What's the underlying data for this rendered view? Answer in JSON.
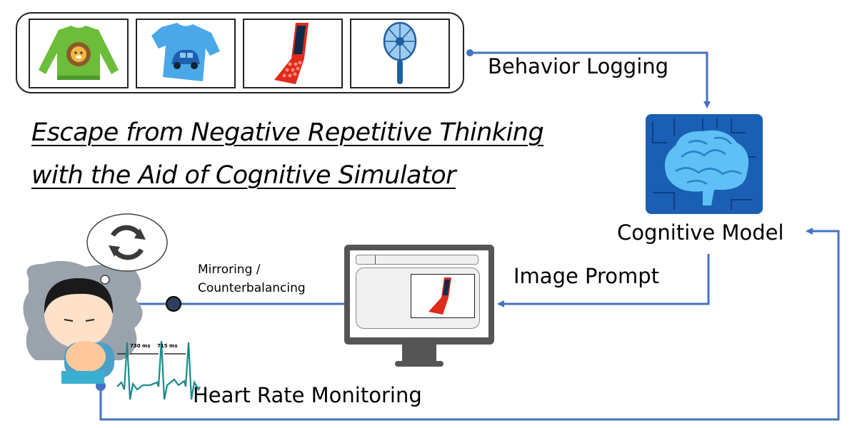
{
  "title": {
    "line1": "Escape from Negative Repetitive Thinking",
    "line2": "with the Aid of Cognitive Simulator"
  },
  "items": [
    {
      "name": "sweater-with-lion",
      "icon": "sweater-icon"
    },
    {
      "name": "t-shirt-with-car",
      "icon": "tshirt-icon"
    },
    {
      "name": "flip-phone",
      "icon": "flip-phone-icon"
    },
    {
      "name": "handheld-fan",
      "icon": "fan-icon"
    }
  ],
  "labels": {
    "behavior_logging": "Behavior Logging",
    "cognitive_model": "Cognitive Model",
    "image_prompt": "Image Prompt",
    "mirroring": "Mirroring /",
    "counterbalancing": "Counterbalancing",
    "heart_rate_monitoring": "Heart Rate Monitoring"
  },
  "ecg": {
    "interval1": "730 ms",
    "interval2": "715 ms"
  },
  "colors": {
    "connector": "#4472c4",
    "node_dark": "#2e3f5c",
    "monitor": "#555555",
    "brain_bg": "#1a5fb4",
    "ecg": "#1a8a8a"
  }
}
